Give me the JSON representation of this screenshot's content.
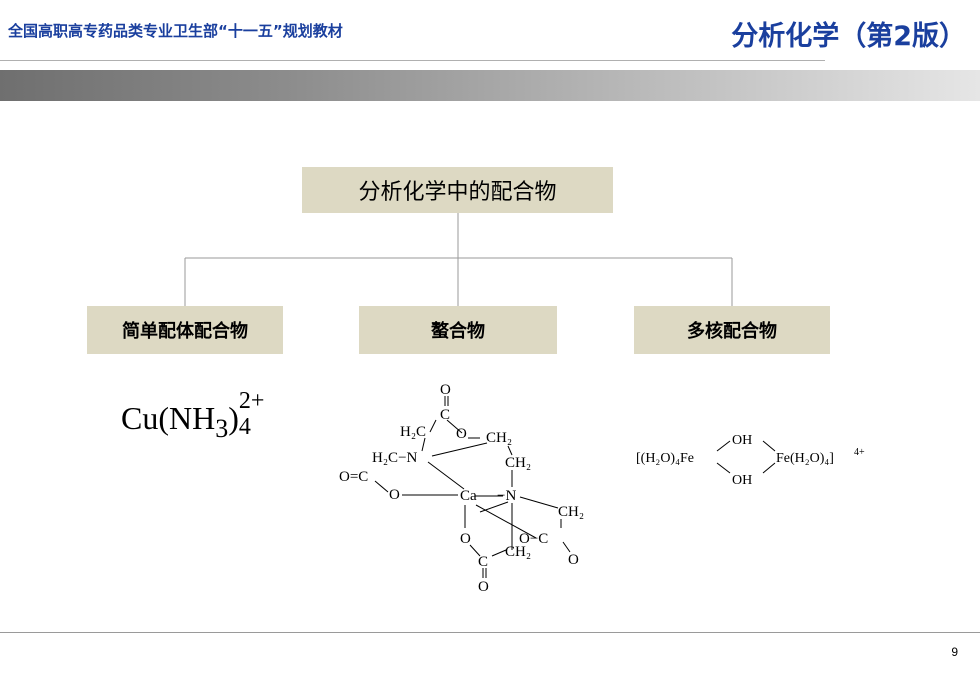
{
  "header": {
    "series_title": "全国高职高专药品类专业卫生部“十一五”规划教材",
    "book_title": "分析化学（第2版）"
  },
  "diagram": {
    "root": "分析化学中的配合物",
    "children": [
      "简单配体配合物",
      "螯合物",
      "多核配合物"
    ]
  },
  "formulas": {
    "simple": {
      "base": "Cu(NH",
      "sub3": "3",
      "close": ")",
      "sub": "4",
      "sup": "2+"
    },
    "chelate": {
      "O_top": "O",
      "C_top": "C",
      "H2C_top": "H₂C",
      "O_ring1": "O",
      "CH2_a": "CH₂",
      "H2C_N": "H₂C−N",
      "CH2_b": "CH₂",
      "O_eq_C": "O=C",
      "O_left": "O",
      "Ca": "Ca",
      "N_dash": "−N",
      "CH2_c": "CH₂",
      "O_lower": "O",
      "O_C": "O−C",
      "C_bottom": "C",
      "CH2_d": "CH₂",
      "O_right": "O",
      "O_bottom": "O"
    },
    "polynuclear": {
      "left": "[(H₂O)₄Fe",
      "oh_top": "OH",
      "oh_bottom": "OH",
      "right": "Fe(H₂O)₄]",
      "charge": "4+"
    }
  },
  "page_number": "9",
  "colors": {
    "header_text": "#1a3f9e",
    "box_fill": "#ddd9c3",
    "connector": "#9a9a9a"
  }
}
